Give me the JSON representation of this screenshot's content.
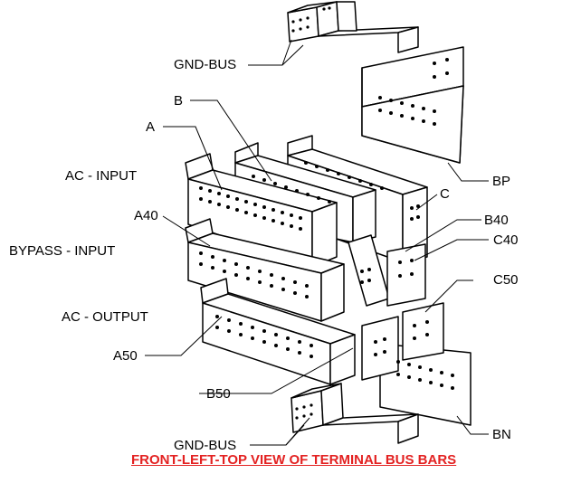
{
  "labels": {
    "gnd_bus_top": "GND-BUS",
    "gnd_bus_bottom": "GND-BUS",
    "b": "B",
    "a": "A",
    "ac_input": "AC - INPUT",
    "a40": "A40",
    "bypass_input": "BYPASS - INPUT",
    "ac_output": "AC - OUTPUT",
    "a50": "A50",
    "b50": "B50",
    "c": "C",
    "b40": "B40",
    "c40": "C40",
    "c50": "C50",
    "bp": "BP",
    "bn": "BN"
  },
  "caption": "FRONT-LEFT-TOP VIEW OF TERMINAL BUS BARS",
  "colors": {
    "caption": "#e32222",
    "line": "#000000",
    "fill": "#ffffff"
  }
}
